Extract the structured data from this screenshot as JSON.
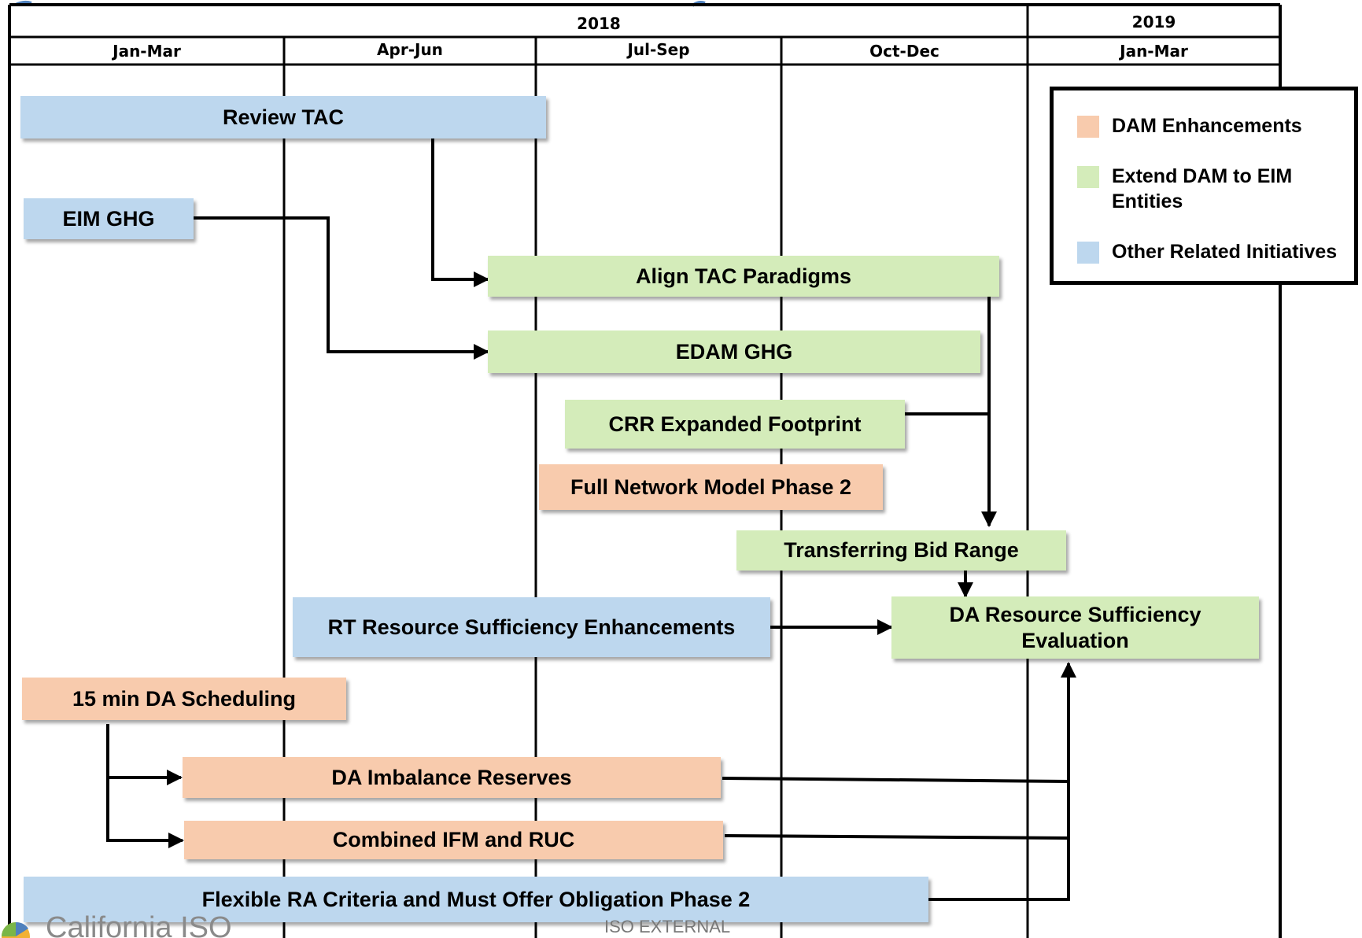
{
  "timeline": {
    "years": [
      "2018",
      "2019"
    ],
    "quarters": [
      "Jan-Mar",
      "Apr-Jun",
      "Jul-Sep",
      "Oct-Dec",
      "Jan-Mar"
    ]
  },
  "colors": {
    "dam_enhancements": "#f8cbad",
    "extend_dam_to_eim": "#d4ecba",
    "other_related": "#bdd7ee",
    "grid": "#000000",
    "arrow": "#000000"
  },
  "legend": {
    "items": [
      {
        "label": "DAM Enhancements",
        "color": "#f8cbad"
      },
      {
        "label": "Extend DAM to EIM Entities",
        "color": "#d4ecba"
      },
      {
        "label": "Other Related Initiatives",
        "color": "#bdd7ee"
      }
    ]
  },
  "initiatives": [
    {
      "id": "review-tac",
      "label": "Review TAC",
      "category": "Other Related Initiatives"
    },
    {
      "id": "eim-ghg",
      "label": "EIM GHG",
      "category": "Other Related Initiatives"
    },
    {
      "id": "align-tac",
      "label": "Align TAC Paradigms",
      "category": "Extend DAM to EIM Entities"
    },
    {
      "id": "edam-ghg",
      "label": "EDAM GHG",
      "category": "Extend DAM to EIM Entities"
    },
    {
      "id": "crr",
      "label": "CRR Expanded Footprint",
      "category": "Extend DAM to EIM Entities"
    },
    {
      "id": "fnm",
      "label": "Full Network Model Phase 2",
      "category": "DAM Enhancements"
    },
    {
      "id": "tbr",
      "label": "Transferring Bid Range",
      "category": "Extend DAM to EIM Entities"
    },
    {
      "id": "rtrs",
      "label": "RT Resource Sufficiency Enhancements",
      "category": "Other Related Initiatives"
    },
    {
      "id": "dars",
      "label": "DA Resource Sufficiency Evaluation",
      "category": "Extend DAM to EIM Entities"
    },
    {
      "id": "15min",
      "label": "15 min DA Scheduling",
      "category": "DAM Enhancements"
    },
    {
      "id": "dair",
      "label": "DA Imbalance Reserves",
      "category": "DAM Enhancements"
    },
    {
      "id": "cifm",
      "label": "Combined IFM and RUC",
      "category": "DAM Enhancements"
    },
    {
      "id": "flexra",
      "label": "Flexible RA Criteria and Must Offer Obligation Phase 2",
      "category": "Other Related Initiatives"
    }
  ],
  "dependencies": [
    {
      "from": "review-tac",
      "to": "align-tac"
    },
    {
      "from": "eim-ghg",
      "to": "edam-ghg"
    },
    {
      "from": "align-tac",
      "to": "tbr"
    },
    {
      "from": "crr",
      "to": "tbr"
    },
    {
      "from": "tbr",
      "to": "dars"
    },
    {
      "from": "rtrs",
      "to": "dars"
    },
    {
      "from": "15min",
      "to": "dair"
    },
    {
      "from": "15min",
      "to": "cifm"
    },
    {
      "from": "dair",
      "to": "dars"
    },
    {
      "from": "cifm",
      "to": "dars"
    },
    {
      "from": "flexra",
      "to": "dars"
    }
  ],
  "footer": {
    "logo_text": "California ISO",
    "classification": "ISO EXTERNAL"
  }
}
